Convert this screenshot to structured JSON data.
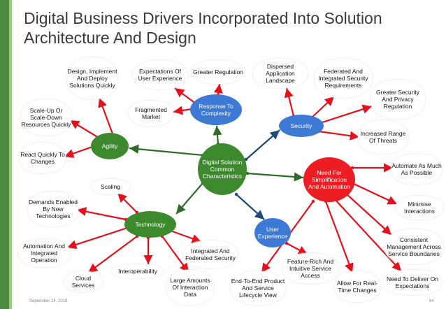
{
  "title": "Digital Business Drivers Incorporated Into Solution Architecture And Design",
  "footer": {
    "date": "September 24, 2018",
    "page": "64"
  },
  "colors": {
    "hub_green": "#3d8a2e",
    "hub_blue": "#3d7ad6",
    "hub_red": "#ee1d24",
    "arrow_green": "#2e6b29",
    "arrow_red": "#e5101c",
    "arrow_blue": "#1e4a7a"
  },
  "center": "Digital Solution Common Characteristics",
  "hubs": {
    "agility": "Agility",
    "complexity": "Response To Complexity",
    "security": "Security",
    "automation": "Need For Simplification And Automation",
    "technology": "Technology",
    "ux": "User Experience"
  },
  "nodes": {
    "design": "Design, Implement And Deploy Solutions Quickly",
    "scaleup": "Scale-Up Or Scale-Down Resources Quickly",
    "react": "React Quickly To Changes",
    "expectations": "Expectations Of User Experience",
    "regulation": "Greater Regulation",
    "fragmented": "Fragmented Market",
    "dispersed": "Dispersed Application Landscape",
    "federated": "Federated And Integrated Security Requirements",
    "security_privacy": "Greater Security And Privacy Regulation",
    "threats": "Increased Range Of Threats",
    "automate": "Automate As Much As Possible",
    "minimise": "Minimise Interactions",
    "consistent": "Consistent Management Across Service Boundaries",
    "deliver": "Need To Deliver On Expectations",
    "realtime": "Allow For Real-Time Changes",
    "featurerich": "Feature-Rich And Intuitive Service Access",
    "endtoend": "End-To-End Product And Service Lifecycle View",
    "large": "Large Amounts Of Interaction Data",
    "integrated": "Integrated And Federated Security",
    "interop": "Interoperability",
    "cloud": "Cloud Services",
    "automation_ops": "Automation And Integrated Operation",
    "demands": "Demands Enabled By New Technologies",
    "scaling": "Scaling"
  }
}
